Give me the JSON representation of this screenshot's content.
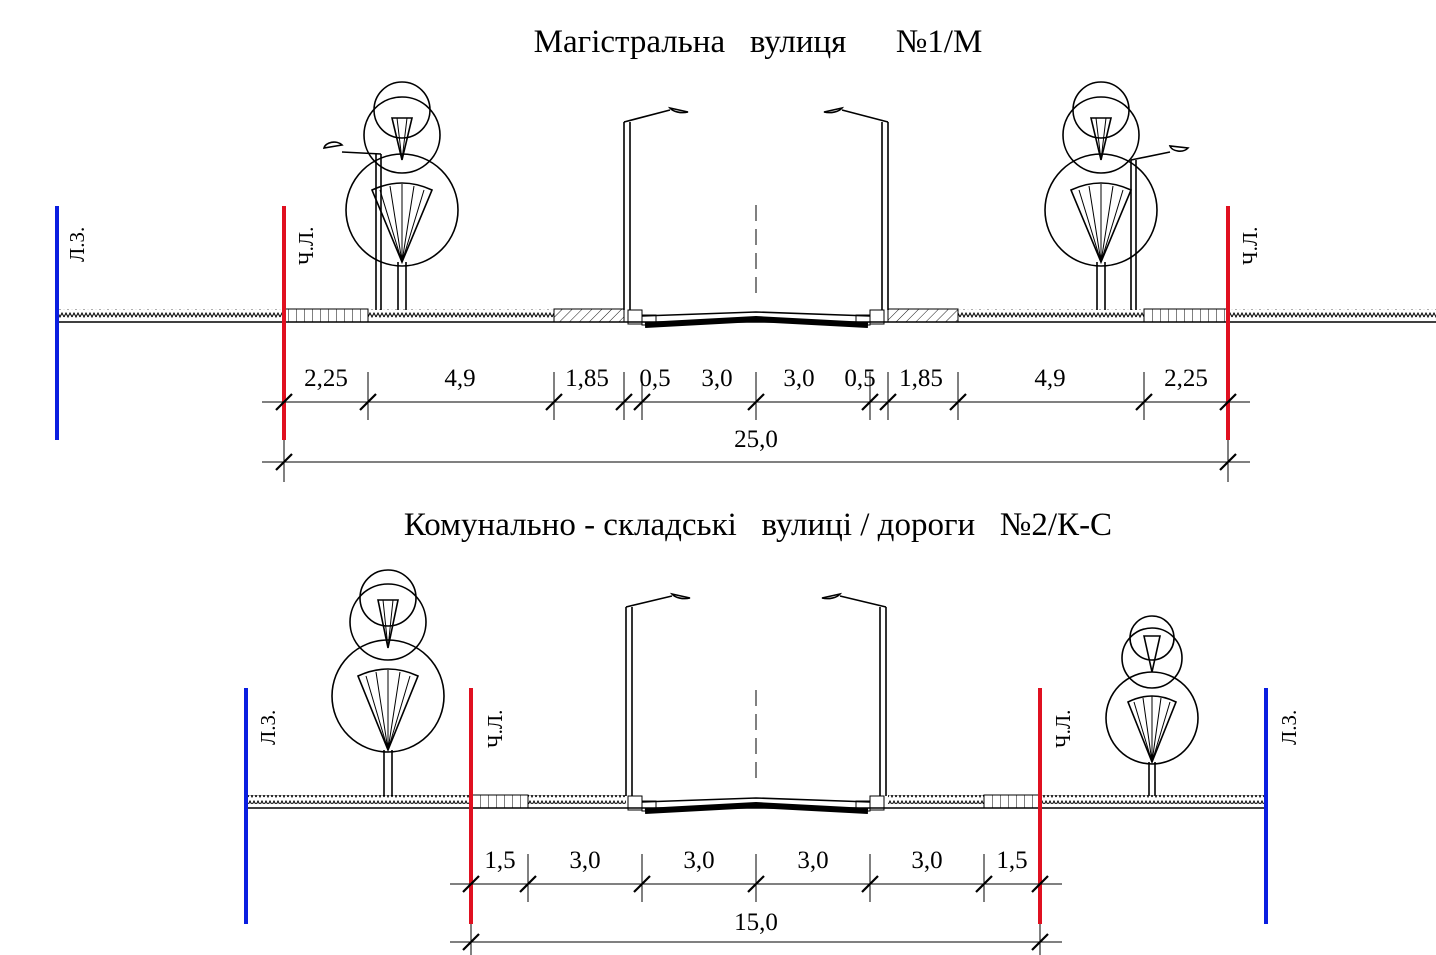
{
  "colors": {
    "red_line": "#e01020",
    "zoning_line": "#0a1ee0",
    "ink": "#000000"
  },
  "sections": [
    {
      "title": "Магістральна   вулиця      №1/М",
      "line_labels": {
        "building_line": "Ч.Л.",
        "zoning_line": "Л.З."
      },
      "dims": [
        "2,25",
        "4,9",
        "1,85",
        "0,5",
        "3,0",
        "3,0",
        "0,5",
        "1,85",
        "4,9",
        "2,25"
      ],
      "total": "25,0"
    },
    {
      "title": "Комунально - складські   вулиці / дороги   №2/К-С",
      "line_labels": {
        "building_line": "Ч.Л.",
        "zoning_line": "Л.З."
      },
      "dims": [
        "1,5",
        "3,0",
        "3,0",
        "3,0",
        "3,0",
        "1,5"
      ],
      "total": "15,0"
    }
  ]
}
